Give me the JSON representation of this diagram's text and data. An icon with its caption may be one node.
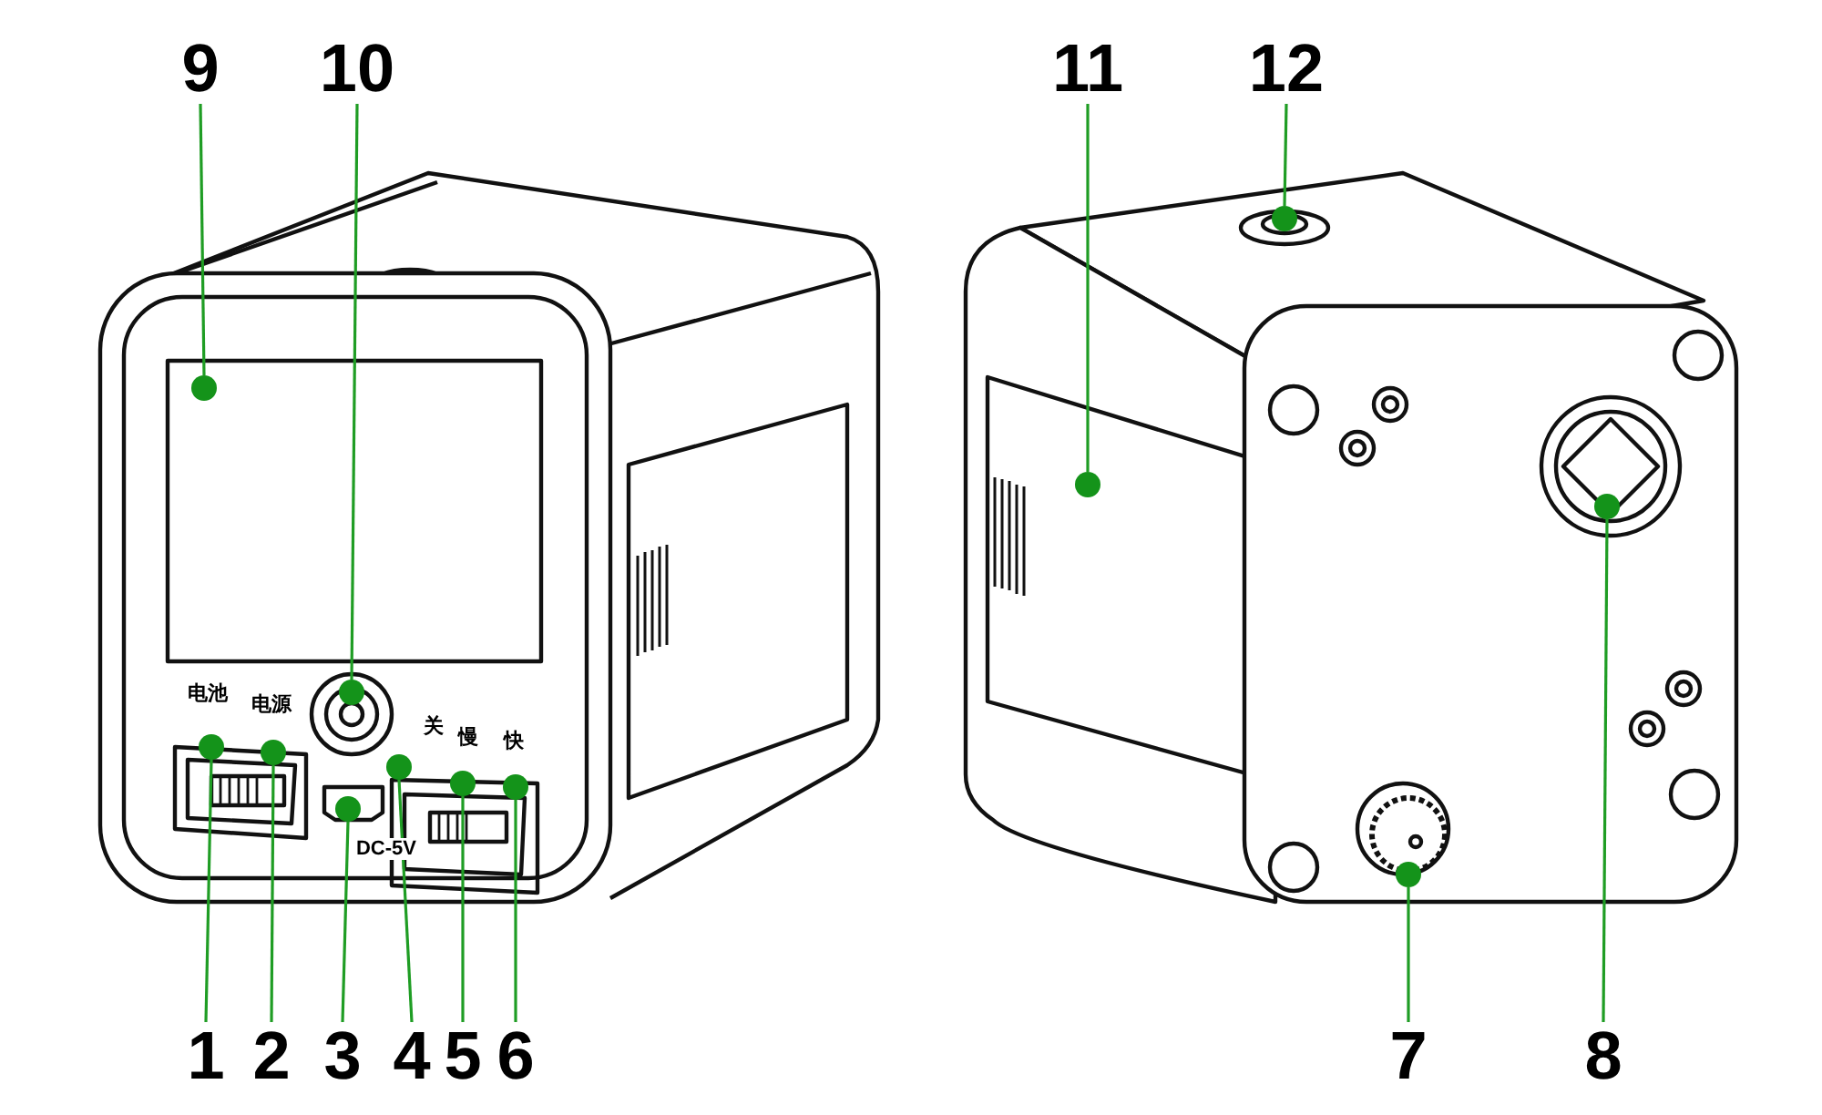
{
  "diagram": {
    "nodes": [
      {
        "text": [
          "1"
        ]
      },
      {
        "text": [
          "2"
        ]
      },
      {
        "text": [
          "3"
        ]
      },
      {
        "text": [
          "4"
        ]
      },
      {
        "text": [
          "5"
        ]
      },
      {
        "text": [
          "6"
        ]
      },
      {
        "text": [
          "7"
        ]
      },
      {
        "text": [
          "8"
        ]
      },
      {
        "text": [
          "9"
        ]
      },
      {
        "text": [
          "10"
        ]
      },
      {
        "text": [
          "11"
        ]
      },
      {
        "text": [
          "12"
        ]
      },
      {
        "text": [],
        "shape": "circle"
      },
      {
        "text": [],
        "shape": "circle"
      },
      {
        "text": [],
        "shape": "circle"
      },
      {
        "text": [],
        "shape": "circle"
      },
      {
        "text": [],
        "shape": "circle"
      },
      {
        "text": [],
        "shape": "circle"
      },
      {
        "text": [],
        "shape": "circle"
      },
      {
        "text": [],
        "shape": "circle"
      },
      {
        "text": [],
        "shape": "circle"
      },
      {
        "text": [],
        "shape": "circle"
      },
      {
        "text": [],
        "shape": "circle"
      },
      {
        "text": [],
        "shape": "circle"
      }
    ],
    "edges": [
      {
        "from": 0,
        "to": 12,
        "arrow": "none"
      },
      {
        "from": 1,
        "to": 13,
        "arrow": "none"
      },
      {
        "from": 2,
        "to": 14,
        "arrow": "none"
      },
      {
        "from": 3,
        "to": 15,
        "arrow": "none"
      },
      {
        "from": 4,
        "to": 16,
        "arrow": "none"
      },
      {
        "from": 5,
        "to": 17,
        "arrow": "none"
      },
      {
        "from": 6,
        "to": 18,
        "arrow": "none"
      },
      {
        "from": 7,
        "to": 19,
        "arrow": "none"
      },
      {
        "from": 8,
        "to": 20,
        "arrow": "none"
      },
      {
        "from": 9,
        "to": 21,
        "arrow": "none"
      },
      {
        "from": 10,
        "to": 22,
        "arrow": "none"
      },
      {
        "from": 11,
        "to": 23,
        "arrow": "none"
      }
    ],
    "labels": [
      "电池",
      "电源",
      "关",
      "慢",
      "快",
      "DC-5V"
    ]
  }
}
